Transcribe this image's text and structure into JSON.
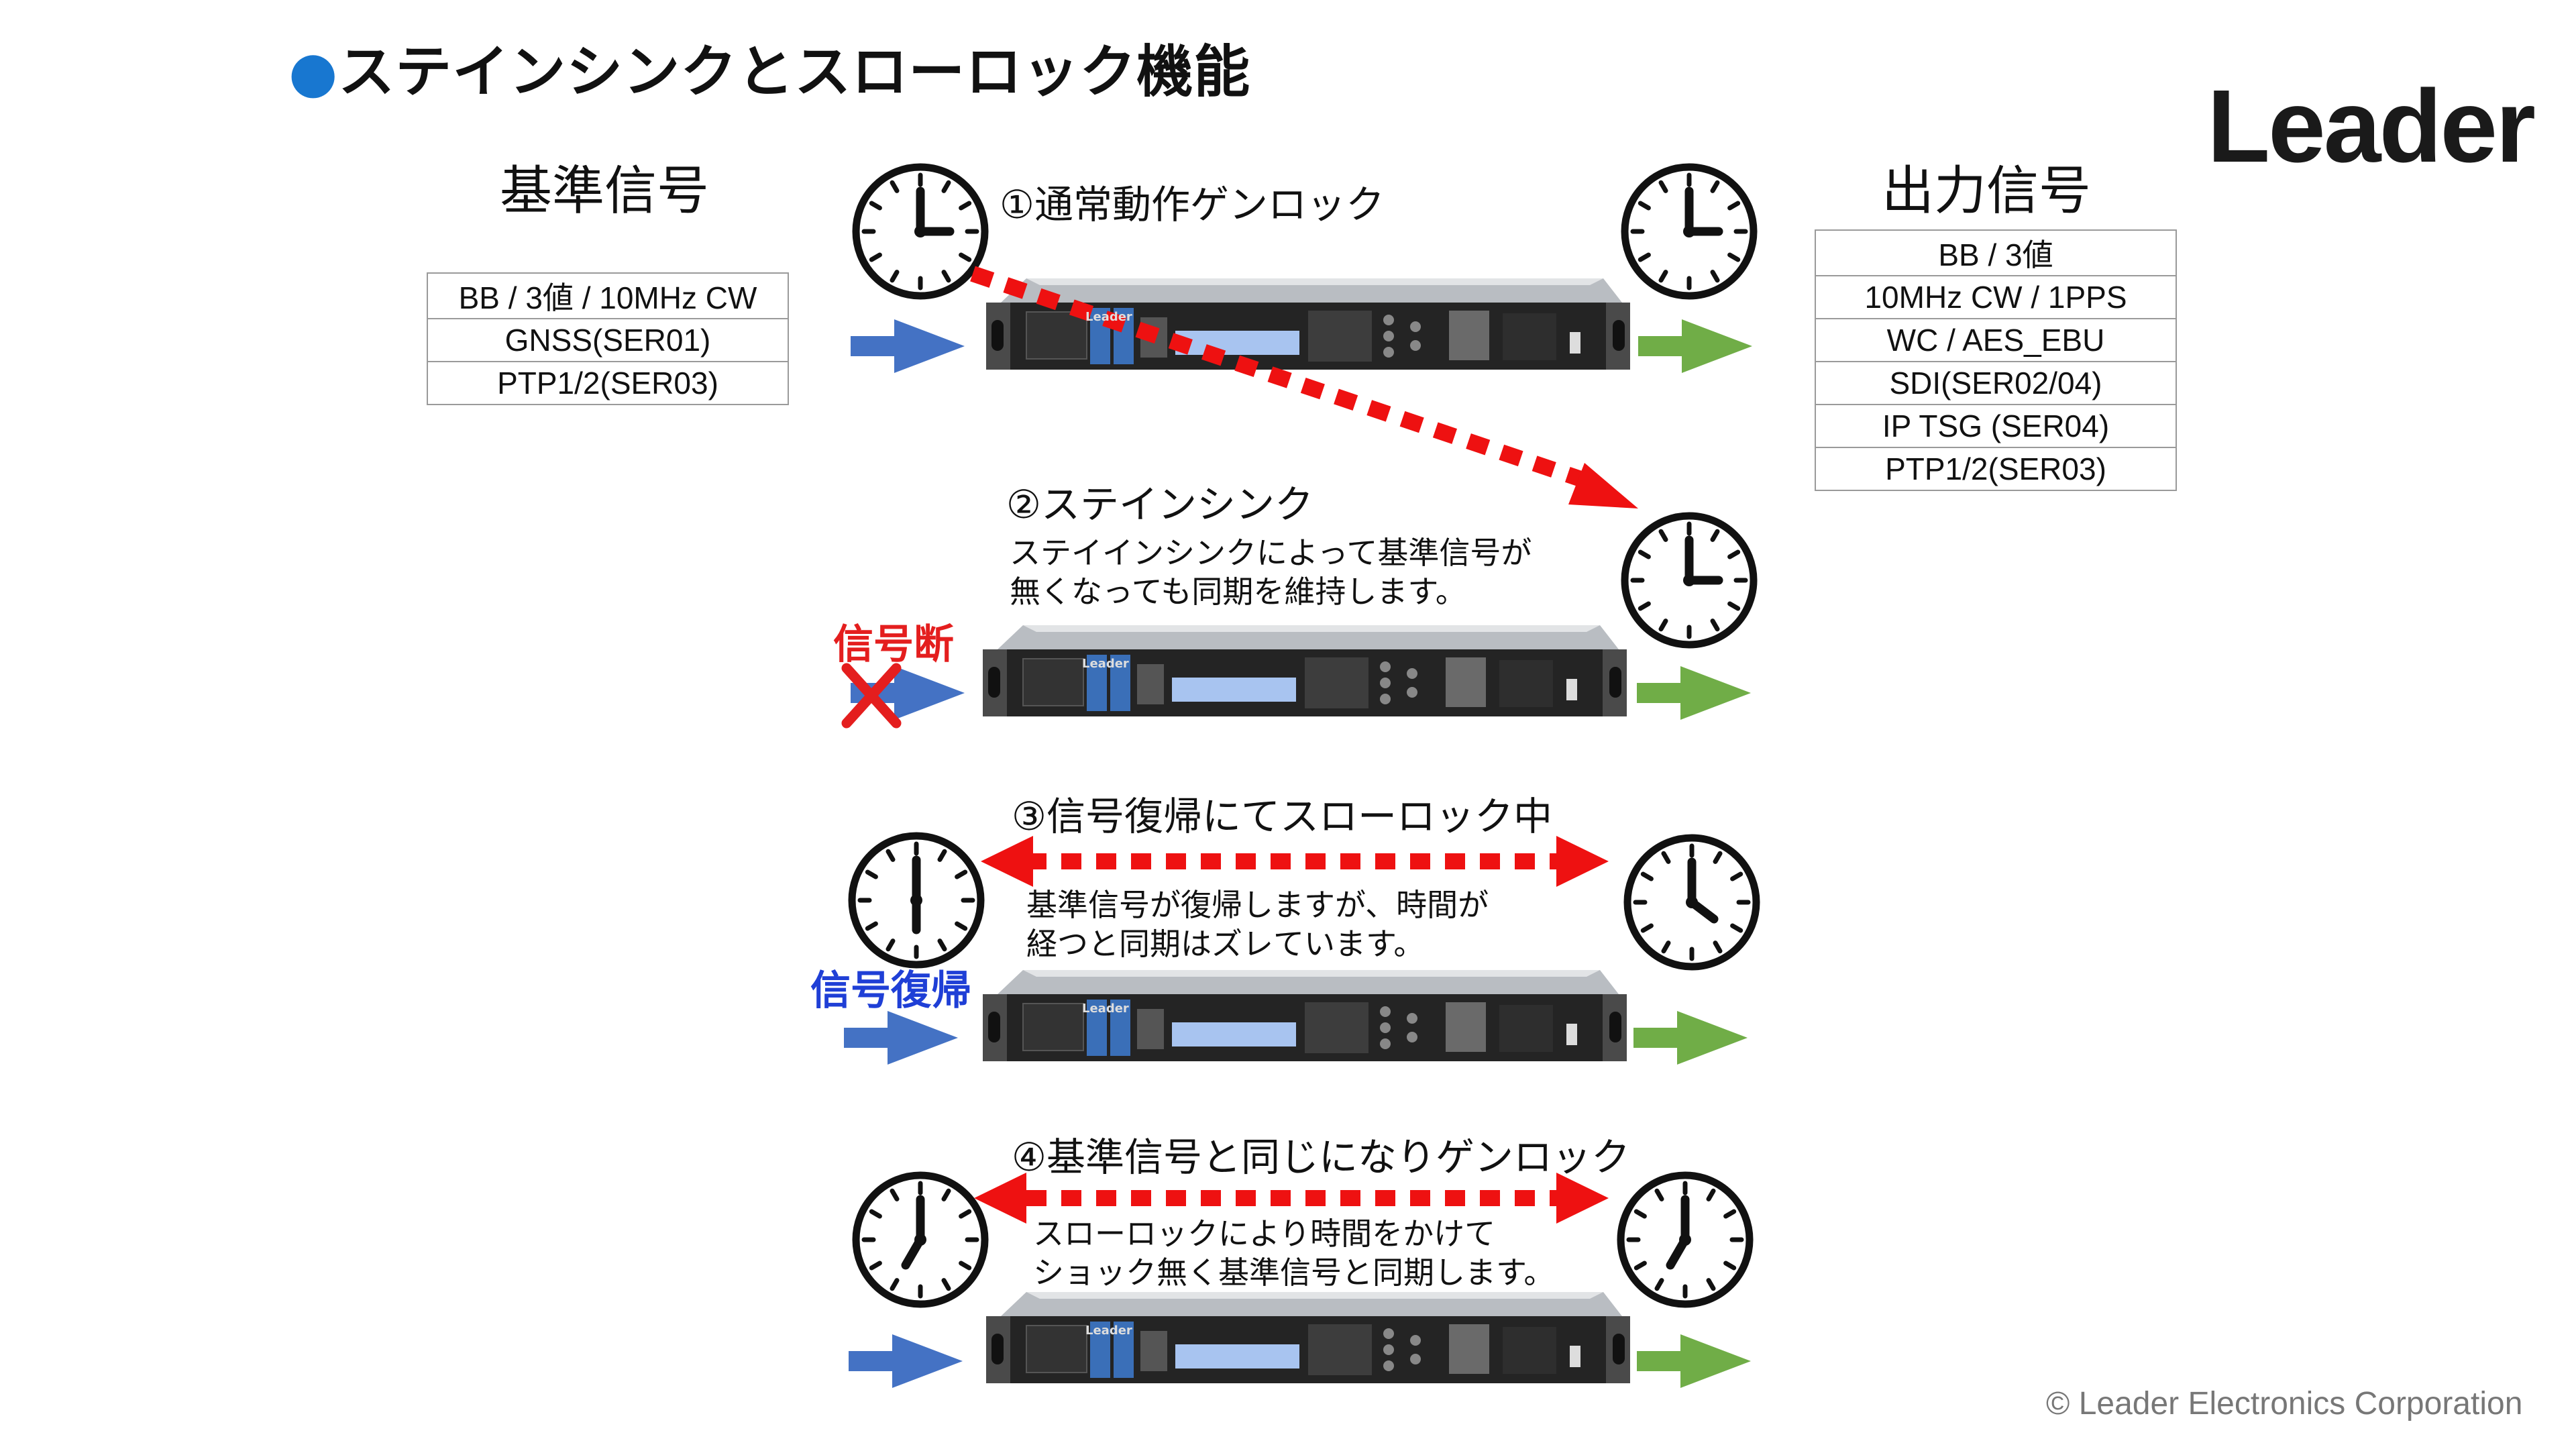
{
  "title": "ステインシンクとスローロック機能",
  "logo": "Leader",
  "copyright": "© Leader Electronics Corporation",
  "device_brand": "Leader",
  "input": {
    "header": "基準信号",
    "rows": [
      "BB / 3値 / 10MHz CW",
      "GNSS(SER01)",
      "PTP1/2(SER03)"
    ]
  },
  "output": {
    "header": "出力信号",
    "rows": [
      "BB / 3値",
      "10MHz CW / 1PPS",
      "WC / AES_EBU",
      "SDI(SER02/04)",
      "IP TSG (SER04)",
      "PTP1/2(SER03)"
    ]
  },
  "steps": [
    {
      "title": "①通常動作ゲンロック",
      "desc": []
    },
    {
      "title": "②ステインシンク",
      "desc": [
        "ステイインシンクによって基準信号が",
        "無くなっても同期を維持します。"
      ]
    },
    {
      "title": "③信号復帰にてスローロック中",
      "desc": [
        "基準信号が復帰しますが、時間が",
        "経つと同期はズレています。"
      ]
    },
    {
      "title": "④基準信号と同じになりゲンロック",
      "desc": [
        "スローロックにより時間をかけて",
        "ショック無く基準信号と同期します。"
      ]
    }
  ],
  "labels": {
    "signal_lost": "信号断",
    "signal_restored": "信号復帰"
  },
  "colors": {
    "accent_blue": "#1877d0",
    "arrow_in": "#4472c4",
    "arrow_out": "#70ad47",
    "dashed_red": "#ee1111",
    "lost_red": "#e41e1e",
    "restored_blue": "#1f3fd6"
  },
  "icons": [
    "clock-icon",
    "input-arrow-icon",
    "output-arrow-icon",
    "cross-icon",
    "device-icon"
  ]
}
